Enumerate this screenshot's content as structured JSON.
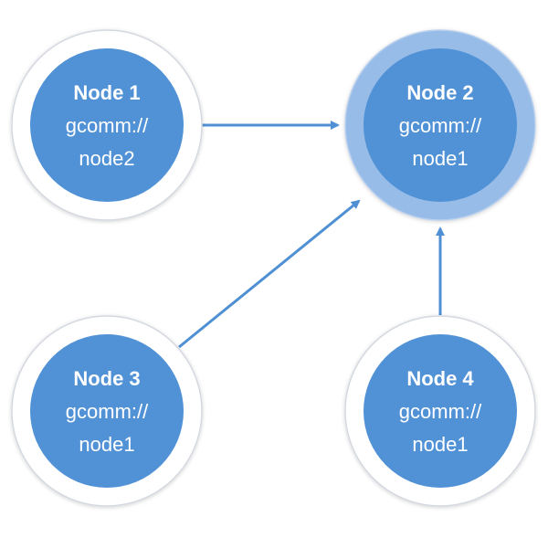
{
  "colors": {
    "node_fill": "#5192d6",
    "node_ring": "#ffffff",
    "node_ring_stroke": "#d4d8e0",
    "highlight_ring": "#98bce8",
    "arrow": "#4f90d4"
  },
  "nodes": [
    {
      "title": "Node 1",
      "line1": "gcomm://",
      "line2": "node2",
      "highlighted": false
    },
    {
      "title": "Node 2",
      "line1": "gcomm://",
      "line2": "node1",
      "highlighted": true
    },
    {
      "title": "Node 3",
      "line1": "gcomm://",
      "line2": "node1",
      "highlighted": false
    },
    {
      "title": "Node 4",
      "line1": "gcomm://",
      "line2": "node1",
      "highlighted": false
    }
  ],
  "edges": [
    {
      "from": "Node 1",
      "to": "Node 2"
    },
    {
      "from": "Node 3",
      "to": "Node 2"
    },
    {
      "from": "Node 4",
      "to": "Node 2"
    }
  ]
}
